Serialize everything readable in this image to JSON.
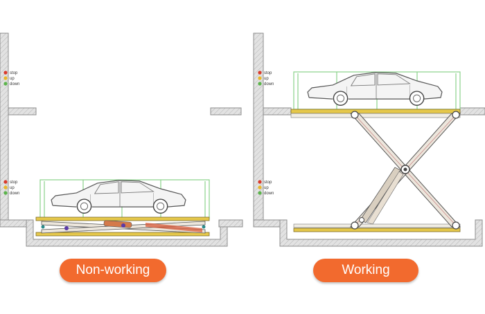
{
  "colors": {
    "button_bg": "#f26a2e",
    "wall_fill": "#d9d9d9",
    "wall_stroke": "#8c8c8c",
    "frame_green": "#8ad28a",
    "platform_yellow": "#e6c84a",
    "scissor_fill": "#ece6dc",
    "car_stroke": "#555555",
    "stop_light": "#d93a2b",
    "up_light": "#e9b82a",
    "down_light": "#5bb44b"
  },
  "legend": {
    "stop": "stop",
    "up": "up",
    "down": "down"
  },
  "panels": {
    "left": {
      "label": "Non-working"
    },
    "right": {
      "label": "Working"
    }
  },
  "icons": [
    "car-icon",
    "scissor-lift-icon",
    "status-light-icon"
  ]
}
